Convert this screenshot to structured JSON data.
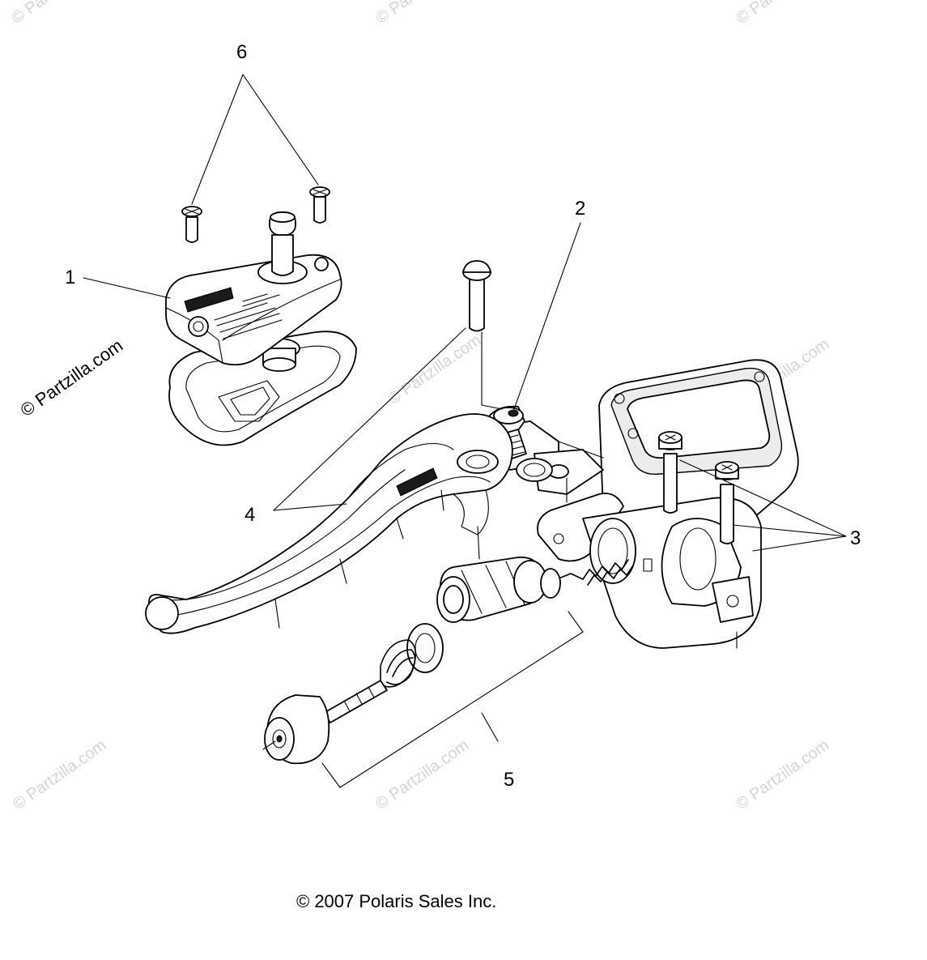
{
  "callouts": {
    "c1": "1",
    "c2": "2",
    "c3": "3",
    "c4": "4",
    "c5": "5",
    "c6": "6"
  },
  "watermark_primary": "© Partzilla.com",
  "watermark_faint": "© Partzilla.com",
  "copyright": "© 2007 Polaris Sales Inc.",
  "colors": {
    "line": "#000000",
    "watermark": "#d4d4d4",
    "background": "#ffffff"
  }
}
